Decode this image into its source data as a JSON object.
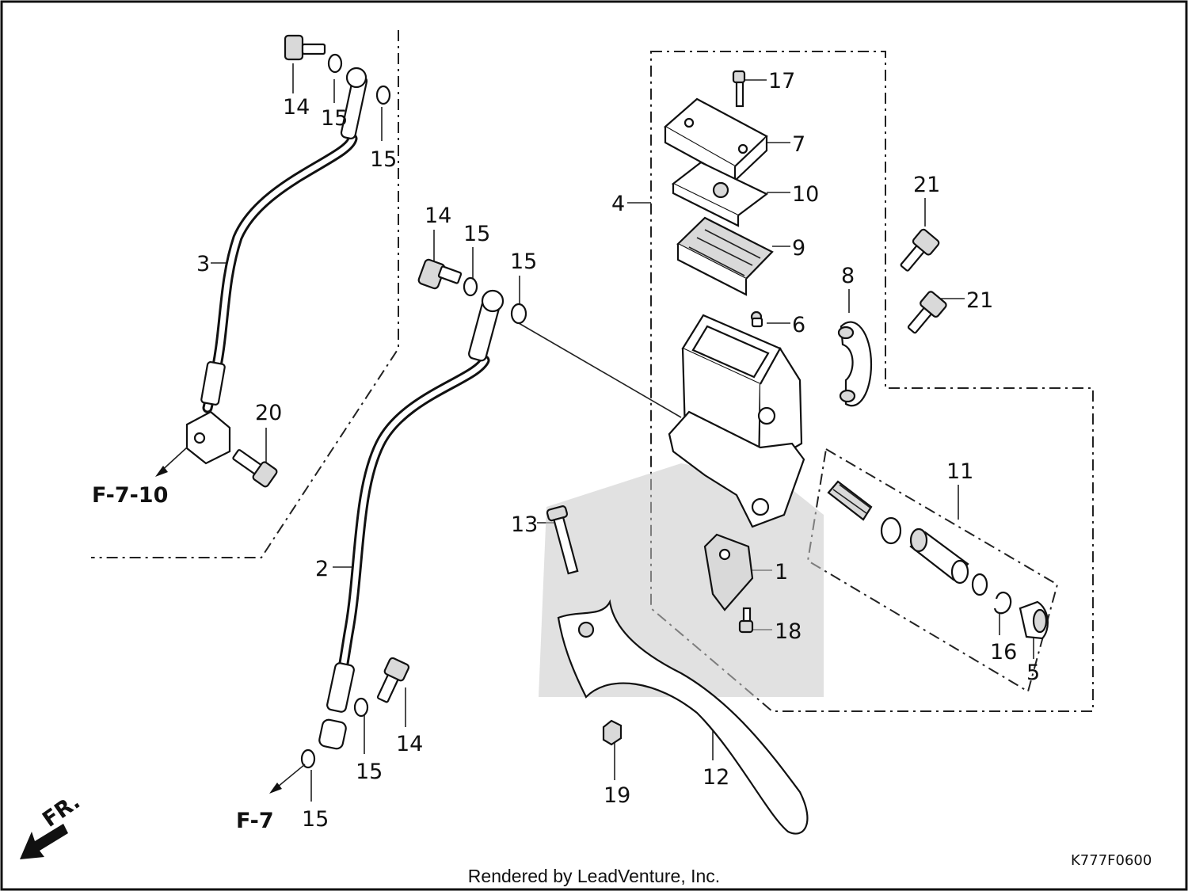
{
  "diagram": {
    "callouts": [
      {
        "id": "c14a",
        "text": "14"
      },
      {
        "id": "c15a",
        "text": "15"
      },
      {
        "id": "c15b",
        "text": "15"
      },
      {
        "id": "c3",
        "text": "3"
      },
      {
        "id": "c20",
        "text": "20"
      },
      {
        "id": "c14b",
        "text": "14"
      },
      {
        "id": "c15c",
        "text": "15"
      },
      {
        "id": "c15d",
        "text": "15"
      },
      {
        "id": "c2",
        "text": "2"
      },
      {
        "id": "c14c",
        "text": "14"
      },
      {
        "id": "c15e",
        "text": "15"
      },
      {
        "id": "c15f",
        "text": "15"
      },
      {
        "id": "c17",
        "text": "17"
      },
      {
        "id": "c7",
        "text": "7"
      },
      {
        "id": "c10",
        "text": "10"
      },
      {
        "id": "c9",
        "text": "9"
      },
      {
        "id": "c4",
        "text": "4"
      },
      {
        "id": "c6",
        "text": "6"
      },
      {
        "id": "c8",
        "text": "8"
      },
      {
        "id": "c21a",
        "text": "21"
      },
      {
        "id": "c21b",
        "text": "21"
      },
      {
        "id": "c11",
        "text": "11"
      },
      {
        "id": "c13",
        "text": "13"
      },
      {
        "id": "c1",
        "text": "1"
      },
      {
        "id": "c18",
        "text": "18"
      },
      {
        "id": "c16",
        "text": "16"
      },
      {
        "id": "c5",
        "text": "5"
      },
      {
        "id": "c12",
        "text": "12"
      },
      {
        "id": "c19",
        "text": "19"
      }
    ],
    "refs": {
      "f710": "F-7-10",
      "f7": "F-7",
      "fr": "FR."
    },
    "diagram_code": "K777F0600",
    "credit": "Rendered by LeadVenture, Inc."
  }
}
